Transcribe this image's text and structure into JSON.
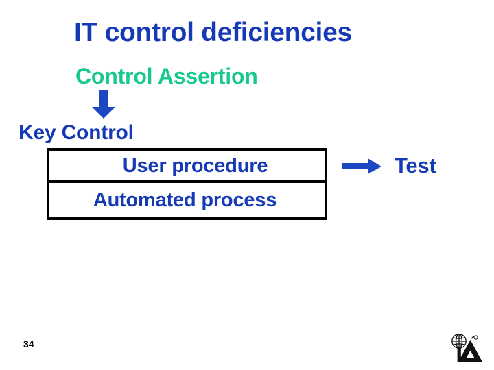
{
  "slide": {
    "title": "IT control deficiencies",
    "subtitle": "Control Assertion",
    "key_control_label": "Key Control",
    "boxes": [
      {
        "label": "User procedure"
      },
      {
        "label": "Automated process"
      }
    ],
    "test_label": "Test",
    "page_number": "34",
    "arrows": {
      "down_arrow_icon": "arrow-down-icon",
      "right_arrow_icon": "arrow-right-icon"
    },
    "logo": {
      "icon": "iia-globe-logo",
      "alt": "IIA"
    },
    "colors": {
      "title_blue": "#1639b5",
      "assertion_green": "#17c98c",
      "box_border": "#000000",
      "page_number": "#000000",
      "background": "#ffffff"
    }
  }
}
